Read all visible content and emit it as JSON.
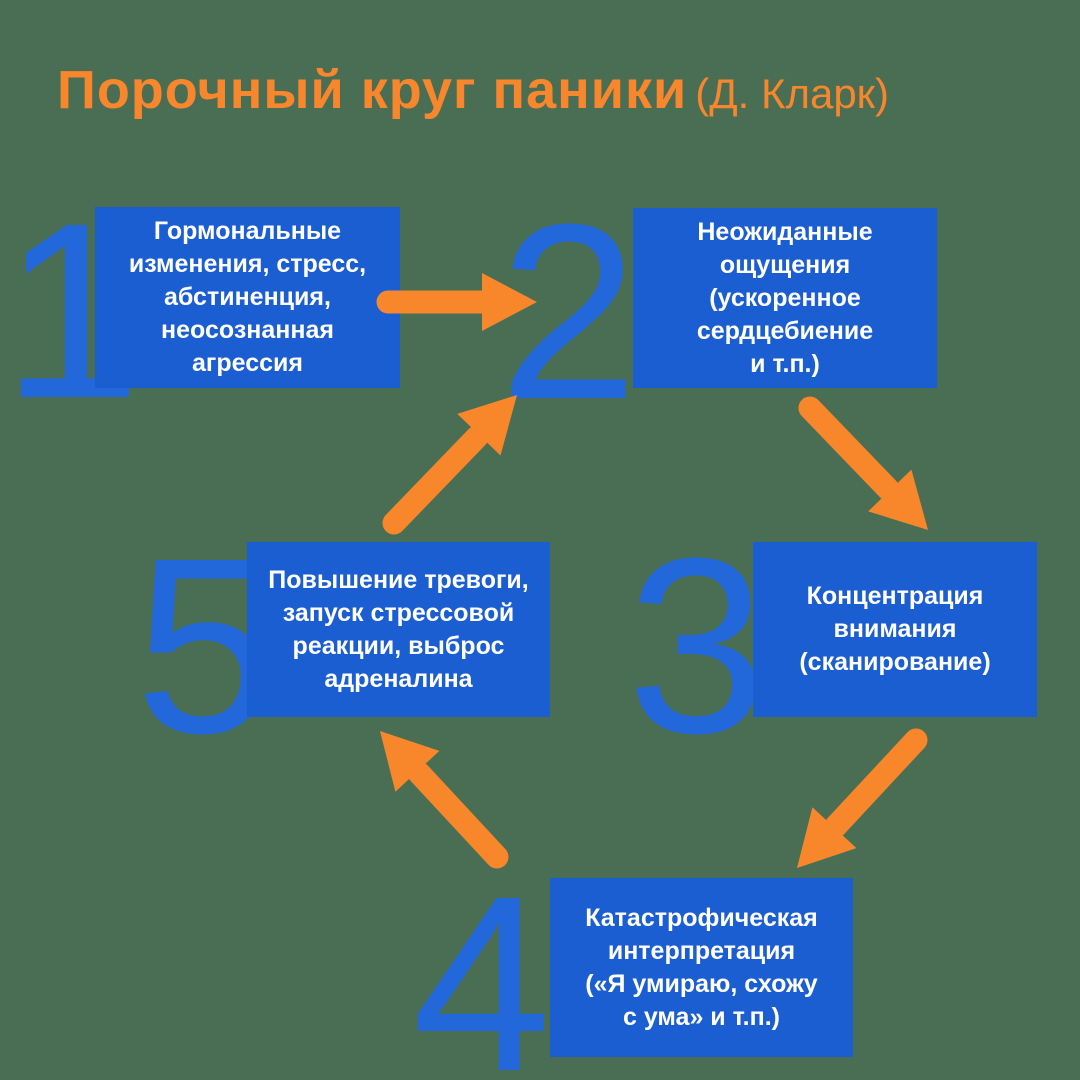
{
  "title": {
    "main": "Порочный круг паники",
    "suffix": "(Д. Кларк)"
  },
  "colors": {
    "bg": "#4A6E53",
    "box_fill": "#1B5ED2",
    "number_fill": "#2368DB",
    "arrow_fill": "#F8872B",
    "title_color": "#F7862D",
    "box_text": "#FFFFFF"
  },
  "steps": [
    {
      "number": "1",
      "text": "Гормональные\nизменения, стресс,\nабстиненция,\nнеосознанная\nагрессия"
    },
    {
      "number": "2",
      "text": "Неожиданные\nощущения\n(ускоренное\nсердцебиение\nи т.п.)"
    },
    {
      "number": "3",
      "text": "Концентрация\nвнимания\n(сканирование)"
    },
    {
      "number": "4",
      "text": "Катастрофическая\nинтерпретация\n(«Я умираю, схожу\nс ума» и т.п.)"
    },
    {
      "number": "5",
      "text": "Повышение тревоги,\nзапуск стрессовой\nреакции, выброс\nадреналина"
    }
  ],
  "arrows": [
    {
      "name": "arrow-1-to-2",
      "from": "1",
      "to": "2"
    },
    {
      "name": "arrow-2-to-3",
      "from": "2",
      "to": "3"
    },
    {
      "name": "arrow-3-to-4",
      "from": "3",
      "to": "4"
    },
    {
      "name": "arrow-4-to-5",
      "from": "4",
      "to": "5"
    },
    {
      "name": "arrow-5-to-2",
      "from": "5",
      "to": "2"
    }
  ]
}
